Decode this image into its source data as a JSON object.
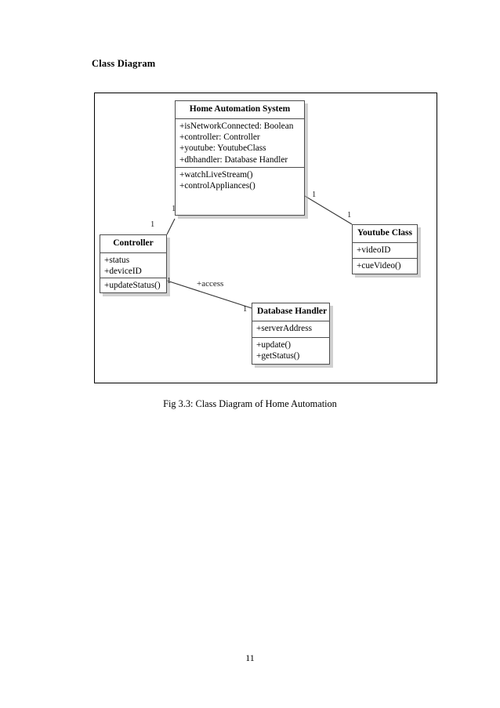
{
  "document": {
    "heading": "Class Diagram",
    "caption": "Fig 3.3: Class Diagram of Home Automation",
    "page_number": "11"
  },
  "diagram": {
    "type": "uml-class-diagram",
    "classes": [
      {
        "id": "home-automation-system",
        "name": "Home Automation System",
        "attributes": [
          "+isNetworkConnected: Boolean",
          "+controller: Controller",
          "+youtube: YoutubeClass",
          "+dbhandler: Database Handler"
        ],
        "operations": [
          "+watchLiveStream()",
          "+controlAppliances()"
        ]
      },
      {
        "id": "controller",
        "name": "Controller",
        "attributes": [
          "+status",
          "+deviceID"
        ],
        "operations": [
          "+updateStatus()"
        ]
      },
      {
        "id": "youtube-class",
        "name": "Youtube Class",
        "attributes": [
          "+videoID"
        ],
        "operations": [
          "+cueVideo()"
        ]
      },
      {
        "id": "database-handler",
        "name": "Database Handler",
        "attributes": [
          "+serverAddress"
        ],
        "operations": [
          "+update()",
          "+getStatus()"
        ]
      }
    ],
    "associations": [
      {
        "id": "has-controller",
        "from": "home-automation-system",
        "to": "controller",
        "label": "",
        "source_multiplicity": "1",
        "target_multiplicity": "1"
      },
      {
        "id": "has-youtube",
        "from": "home-automation-system",
        "to": "youtube-class",
        "label": "",
        "source_multiplicity": "1",
        "target_multiplicity": "1"
      },
      {
        "id": "controller-database",
        "from": "controller",
        "to": "database-handler",
        "label": "+access",
        "source_multiplicity": "1",
        "target_multiplicity": "1"
      }
    ],
    "colors": {
      "line": "#4d4d4d",
      "edge": "#333333",
      "frame": "#000000",
      "shadow": "#aaaaaa",
      "background": "#ffffff"
    }
  }
}
